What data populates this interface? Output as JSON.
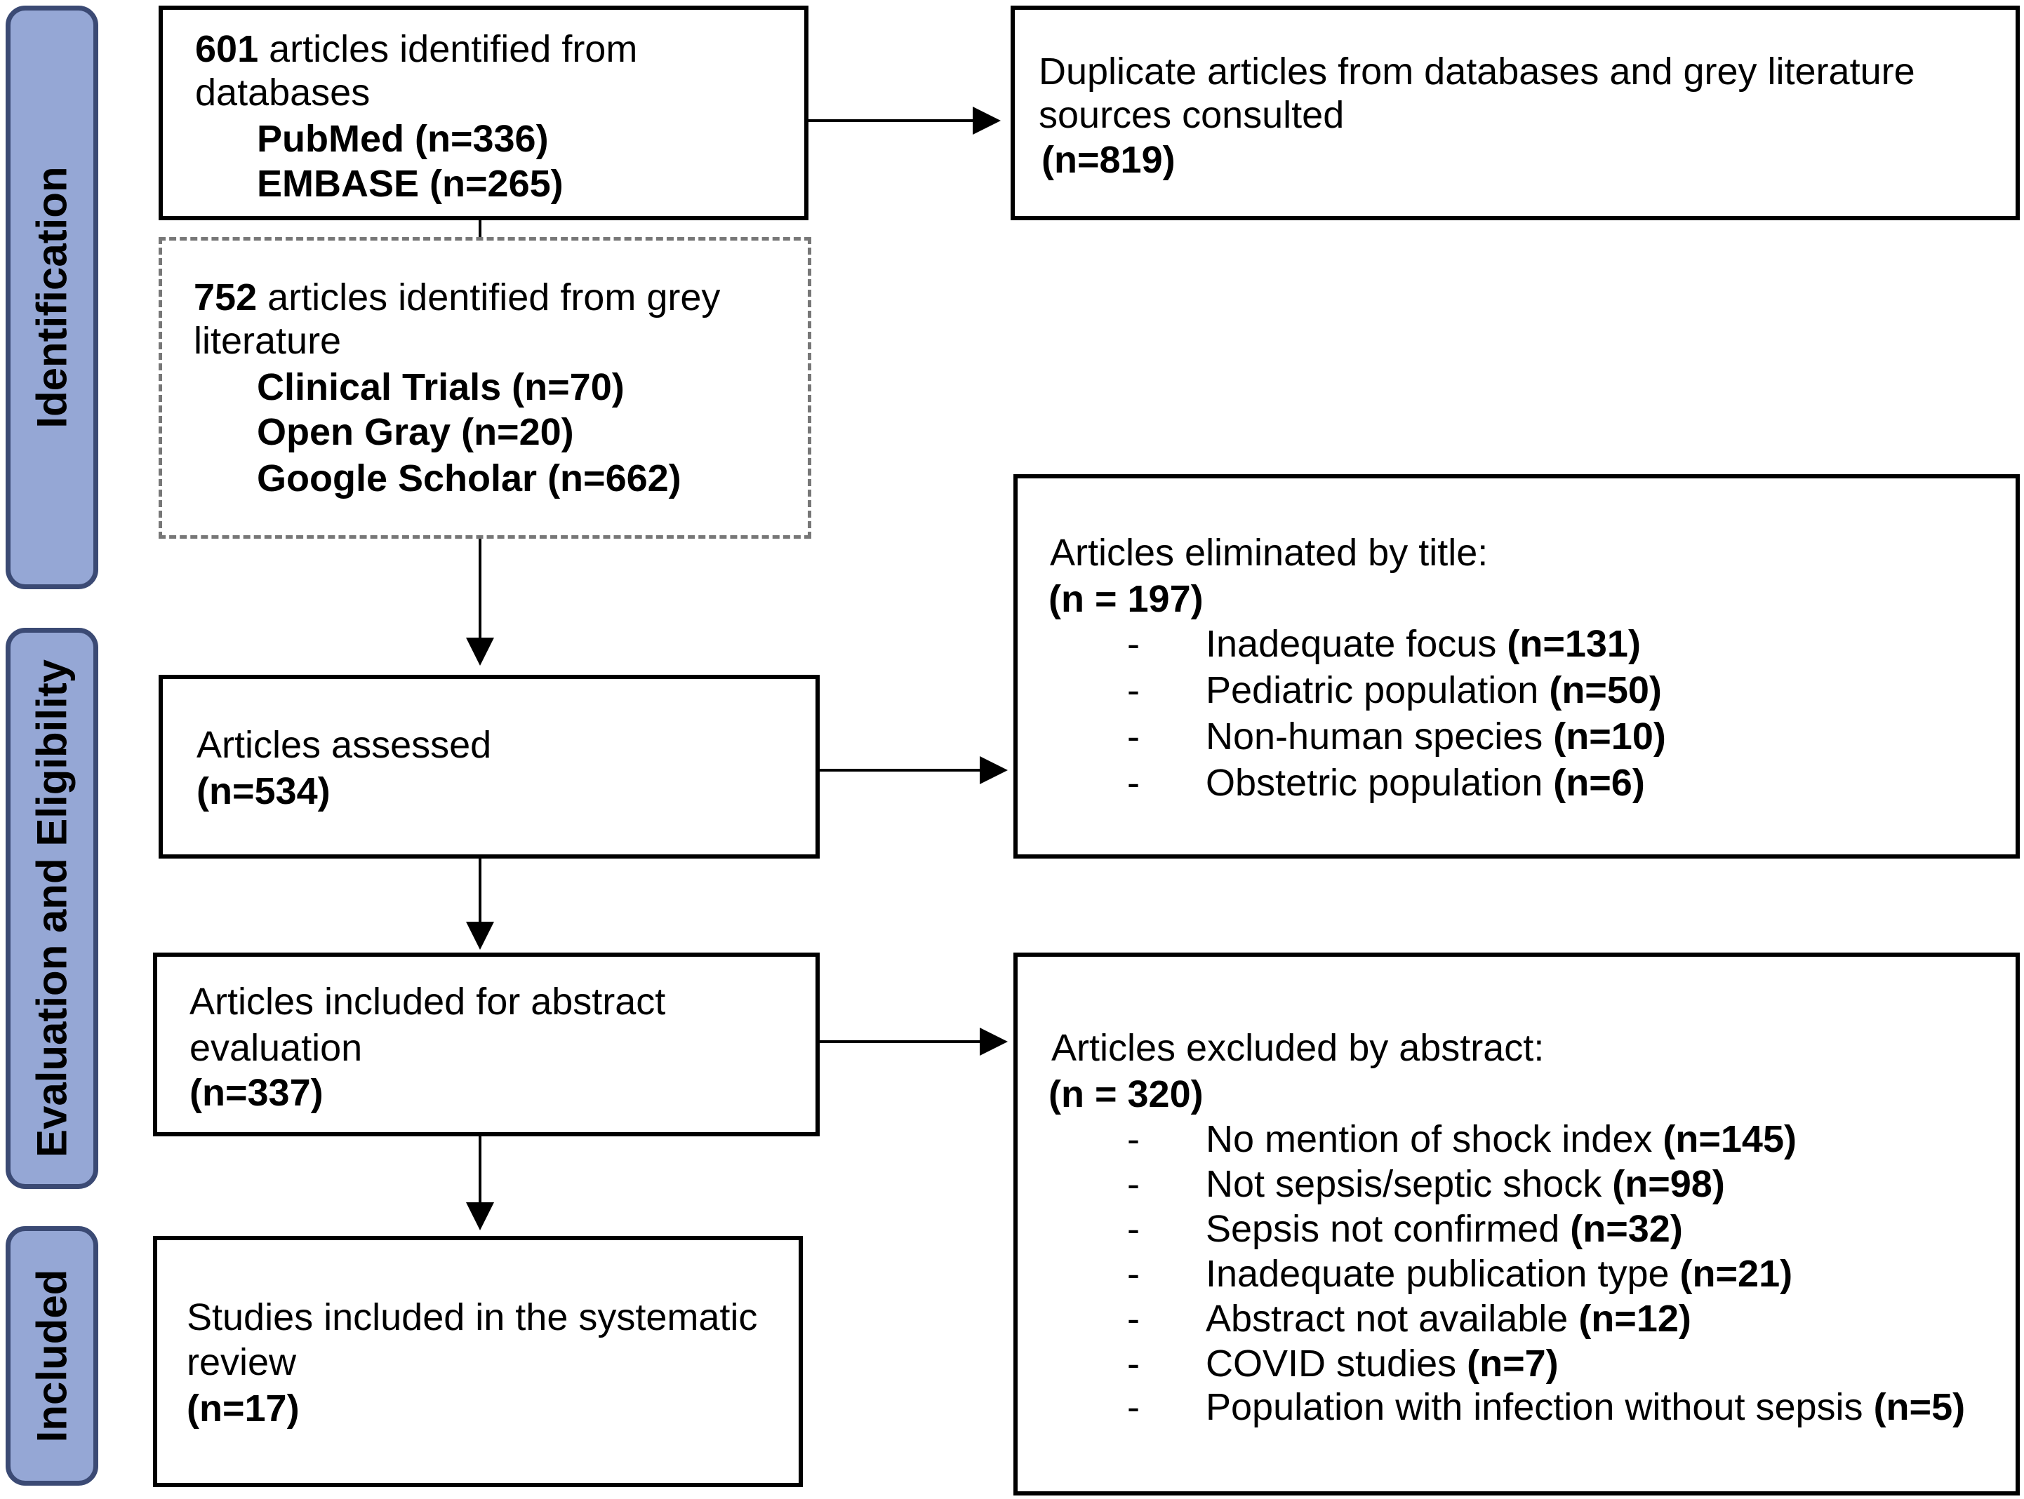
{
  "phases": {
    "identification": "Identification",
    "evaluation": "Evaluation and Eligibility",
    "included": "Included"
  },
  "databases": {
    "count": "601",
    "text_line1": " articles identified from",
    "text_line2": "databases",
    "sources": [
      "PubMed (n=336)",
      "EMBASE (n=265)"
    ]
  },
  "grey": {
    "count": "752",
    "text_line1": " articles identified from grey",
    "text_line2": "literature",
    "sources": [
      "Clinical Trials (n=70)",
      "Open Gray (n=20)",
      "Google Scholar (n=662)"
    ]
  },
  "duplicates": {
    "line1": "Duplicate articles from databases and grey literature",
    "line2": "sources consulted",
    "n": "(n=819)"
  },
  "assessed": {
    "label": "Articles assessed",
    "n": "(n=534)"
  },
  "title_excluded": {
    "label": "Articles eliminated by title:",
    "n": "(n = 197)",
    "items": [
      {
        "label": "Inadequate focus",
        "n": "(n=131)"
      },
      {
        "label": "Pediatric population",
        "n": "(n=50)"
      },
      {
        "label": "Non-human species",
        "n": "(n=10)"
      },
      {
        "label": "Obstetric population",
        "n": "(n=6)"
      }
    ]
  },
  "abstract_eval": {
    "line1": "Articles included for abstract",
    "line2": "evaluation",
    "n": "(n=337)"
  },
  "abstract_excluded": {
    "label": "Articles excluded by abstract:",
    "n": "(n = 320)",
    "items": [
      {
        "label": "No mention of shock index",
        "n": "(n=145)"
      },
      {
        "label": "Not sepsis/septic shock",
        "n": "(n=98)"
      },
      {
        "label": "Sepsis not confirmed",
        "n": "(n=32)"
      },
      {
        "label": "Inadequate publication type",
        "n": "(n=21)"
      },
      {
        "label": "Abstract not available",
        "n": "(n=12)"
      },
      {
        "label": "COVID studies",
        "n": "(n=7)"
      },
      {
        "label": "Population with infection without sepsis",
        "n": "(n=5)"
      }
    ]
  },
  "included_studies": {
    "line1": "Studies included in the systematic",
    "line2": "review",
    "n": "(n=17)"
  },
  "list_dash": "-"
}
